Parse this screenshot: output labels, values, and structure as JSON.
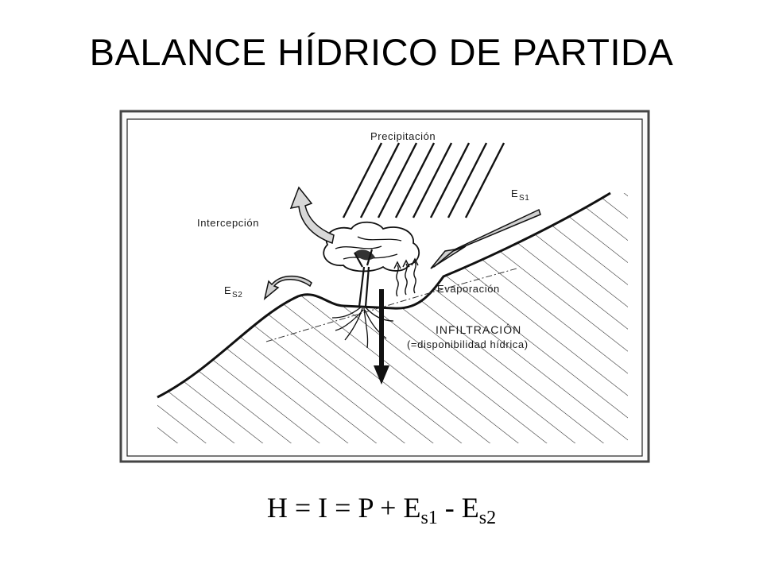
{
  "title": "BALANCE HÍDRICO DE PARTIDA",
  "diagram": {
    "labels": {
      "precipitation": "Precipitación",
      "interception": "Intercepción",
      "es1_main": "E",
      "es1_sub": "S1",
      "es2_main": "E",
      "es2_sub": "S2",
      "evaporation": "Evaporación",
      "infiltration": "INFILTRACIÓN",
      "availability": "(=disponibilidad hídrica)"
    }
  },
  "formula": {
    "lhs": "H = I = P + E",
    "sub1": "s1",
    "minus": " - E",
    "sub2": "s2"
  },
  "colors": {
    "ink": "#1a1a1a",
    "frame_bg": "#f4f4f4",
    "arrow_fill": "#d0d0d0"
  }
}
